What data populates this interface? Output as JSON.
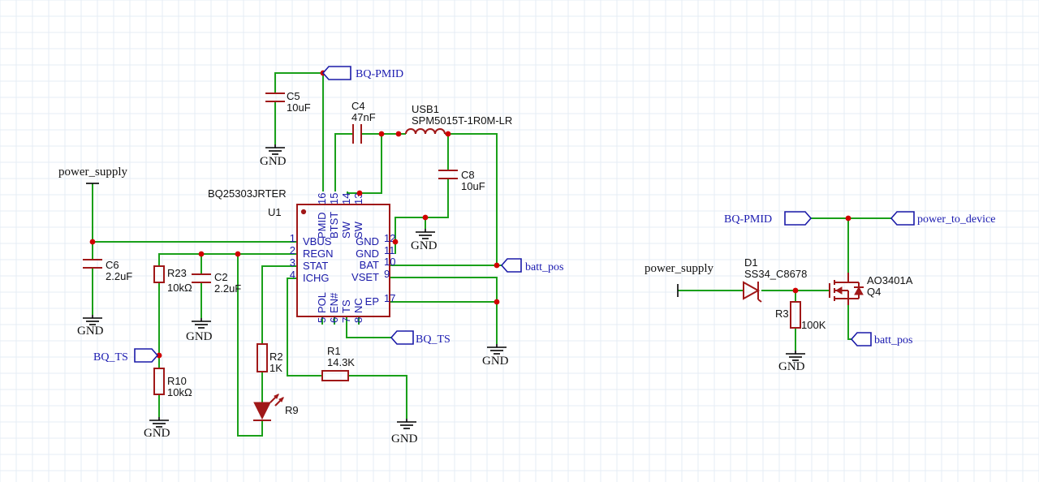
{
  "colors": {
    "wire": "#1aa01a",
    "component": "#a01818",
    "junction": "#d00000",
    "pin_text": "#1a1aa8",
    "net_label": "#1a1ab0",
    "ground": "#000000",
    "grid": "#e6ecf4"
  },
  "ic": {
    "part": "BQ25303JRTER",
    "ref": "U1",
    "left_pins": [
      {
        "num": "1",
        "name": "VBUS"
      },
      {
        "num": "2",
        "name": "REGN"
      },
      {
        "num": "3",
        "name": "STAT"
      },
      {
        "num": "4",
        "name": "ICHG"
      }
    ],
    "right_pins": [
      {
        "num": "12",
        "name": "GND"
      },
      {
        "num": "11",
        "name": "GND"
      },
      {
        "num": "10",
        "name": "BAT"
      },
      {
        "num": "9",
        "name": "VSET"
      },
      {
        "num": "17",
        "name": "EP"
      }
    ],
    "top_pins": [
      {
        "num": "16",
        "name": "PMID"
      },
      {
        "num": "15",
        "name": "BTST"
      },
      {
        "num": "14",
        "name": "SW"
      },
      {
        "num": "13",
        "name": "SW"
      }
    ],
    "bottom_pins": [
      {
        "num": "5",
        "name": "POL"
      },
      {
        "num": "6",
        "name": "EN#"
      },
      {
        "num": "7",
        "name": "TS"
      },
      {
        "num": "8",
        "name": "NC"
      }
    ]
  },
  "components": {
    "c5": {
      "ref": "C5",
      "value": "10uF"
    },
    "c4": {
      "ref": "C4",
      "value": "47nF"
    },
    "usb1": {
      "ref": "USB1",
      "value": "SPM5015T-1R0M-LR"
    },
    "c8": {
      "ref": "C8",
      "value": "10uF"
    },
    "c6": {
      "ref": "C6",
      "value": "2.2uF"
    },
    "r23": {
      "ref": "R23",
      "value": "10kΩ"
    },
    "c2": {
      "ref": "C2",
      "value": "2.2uF"
    },
    "r10": {
      "ref": "R10",
      "value": "10kΩ"
    },
    "r2": {
      "ref": "R2",
      "value": "1K"
    },
    "r1": {
      "ref": "R1",
      "value": "14.3K"
    },
    "r9": {
      "ref": "R9"
    },
    "d1": {
      "ref": "D1",
      "value": "SS34_C8678"
    },
    "r3": {
      "ref": "R3",
      "value": "100K"
    },
    "q4": {
      "ref": "Q4",
      "value": "AO3401A"
    }
  },
  "net_labels": {
    "bq_pmid_top": "BQ-PMID",
    "batt_pos_1": "batt_pos",
    "bq_ts_right": "BQ_TS",
    "bq_ts_left": "BQ_TS",
    "bq_pmid_right": "BQ-PMID",
    "power_to_device": "power_to_device",
    "batt_pos_2": "batt_pos"
  },
  "power_ports": {
    "power_supply_1": "power_supply",
    "power_supply_2": "power_supply"
  },
  "grounds": {
    "gnd_c5": "GND",
    "gnd_c8": "GND",
    "gnd_c6": "GND",
    "gnd_c2": "GND",
    "gnd_r10": "GND",
    "gnd_r1": "GND",
    "gnd_ep": "GND",
    "gnd_r3": "GND"
  }
}
